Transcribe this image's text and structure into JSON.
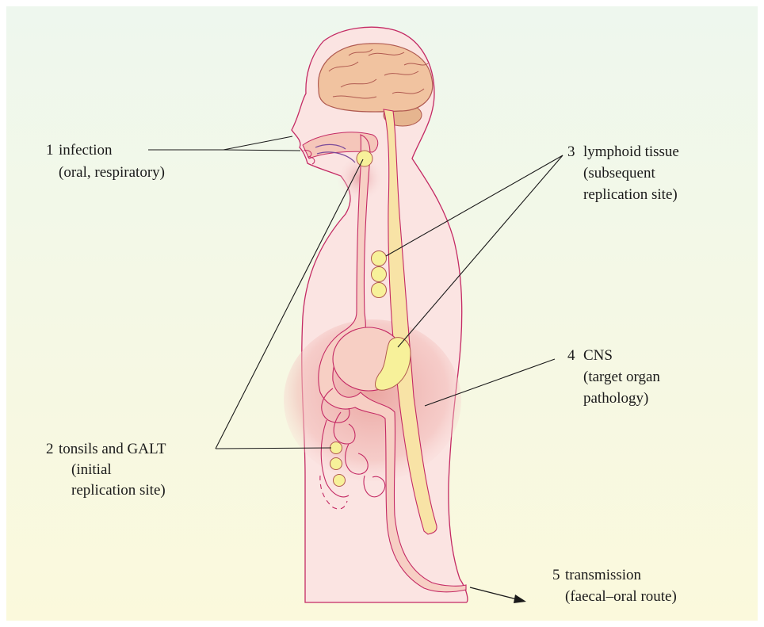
{
  "labels": {
    "l1": {
      "num": "1",
      "line1": "infection",
      "line2": "(oral, respiratory)"
    },
    "l2": {
      "num": "2",
      "line1": "tonsils and GALT",
      "line2": "(initial",
      "line3": "replication site)"
    },
    "l3": {
      "num": "3",
      "line1": "lymphoid tissue",
      "line2": "(subsequent",
      "line3": "replication site)"
    },
    "l4": {
      "num": "4",
      "line1": "CNS",
      "line2": "(target organ",
      "line3": "pathology)"
    },
    "l5": {
      "num": "5",
      "line1": "transmission",
      "line2": "(faecal–oral route)"
    }
  },
  "colors": {
    "bg_top": "#eef7ee",
    "bg_bottom": "#fbf9dc",
    "body_fill": "#fbe4e2",
    "body_outline": "#c42a64",
    "gut_fill": "#f7cfc4",
    "cord_fill": "#f8e3a6",
    "node_fill": "#f7f19a",
    "brain_fill": "#f1c3a0",
    "ink": "#1a1a1a"
  }
}
